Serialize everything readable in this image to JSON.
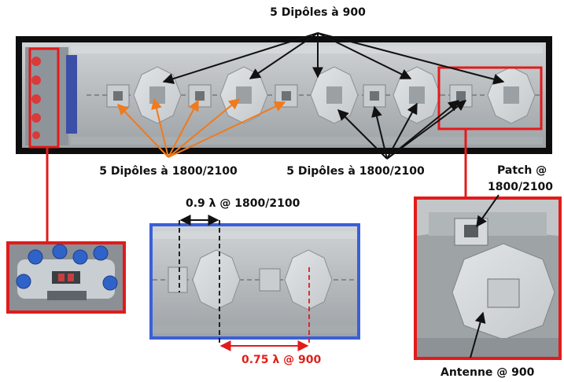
{
  "labels": {
    "top_900": "5 Dipôles à 900",
    "left_1800": "5 Dipôles à 1800/2100",
    "right_1800": "5 Dipôles à 1800/2100",
    "spacing_1800": "0.9 λ @ 1800/2100",
    "spacing_900": "0.75 λ @ 900",
    "patch_line1": "Patch @",
    "patch_line2": "1800/2100",
    "antenna_900": "Antenne @ 900"
  },
  "colors": {
    "callout_red": "#e21b1b",
    "detail_blue": "#3a60d8",
    "frame_black": "#0d0d0d",
    "arrow_orange": "#f07a1c",
    "metal": "#b8bcbf",
    "connector_blue": "#2f63c9"
  }
}
